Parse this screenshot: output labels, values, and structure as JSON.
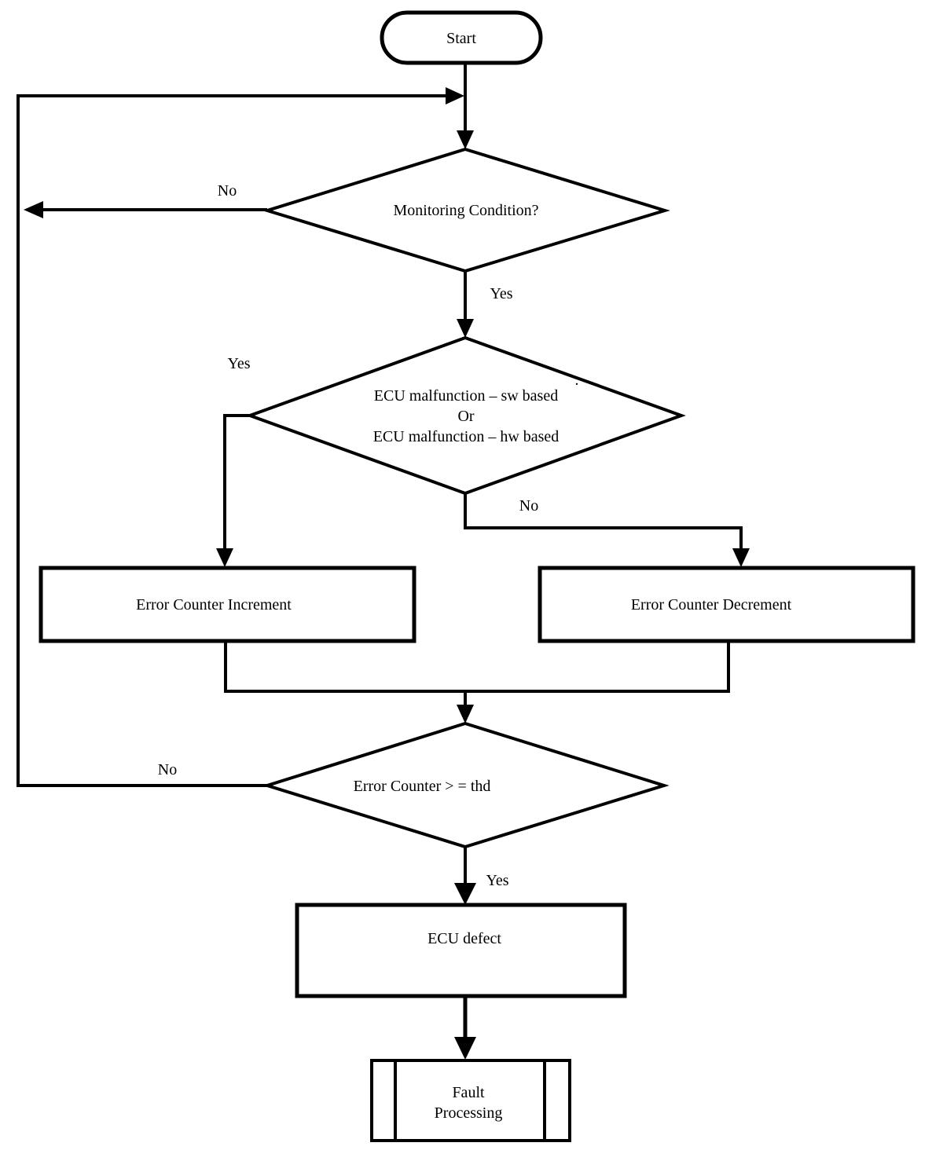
{
  "flowchart": {
    "colors": {
      "stroke": "#000000",
      "background": "#ffffff"
    },
    "nodes": {
      "start": {
        "type": "terminator",
        "label": "Start"
      },
      "monitoring": {
        "type": "decision",
        "label": "Monitoring Condition?"
      },
      "malfunction": {
        "type": "decision",
        "lines": [
          "ECU malfunction – sw based",
          "Or",
          "ECU malfunction – hw based"
        ]
      },
      "increment": {
        "type": "process",
        "label": "Error Counter Increment"
      },
      "decrement": {
        "type": "process",
        "label": "Error Counter Decrement"
      },
      "threshold": {
        "type": "decision",
        "label": "Error Counter > = thd"
      },
      "defect": {
        "type": "process",
        "label": "ECU defect"
      },
      "fault": {
        "type": "predefined-process",
        "lines": [
          "Fault",
          "Processing"
        ]
      }
    },
    "edge_labels": {
      "monitoring_no": "No",
      "monitoring_yes": "Yes",
      "malfunction_yes": "Yes",
      "malfunction_no": "No",
      "threshold_no": "No",
      "threshold_yes": "Yes"
    },
    "stray_mark": "."
  }
}
